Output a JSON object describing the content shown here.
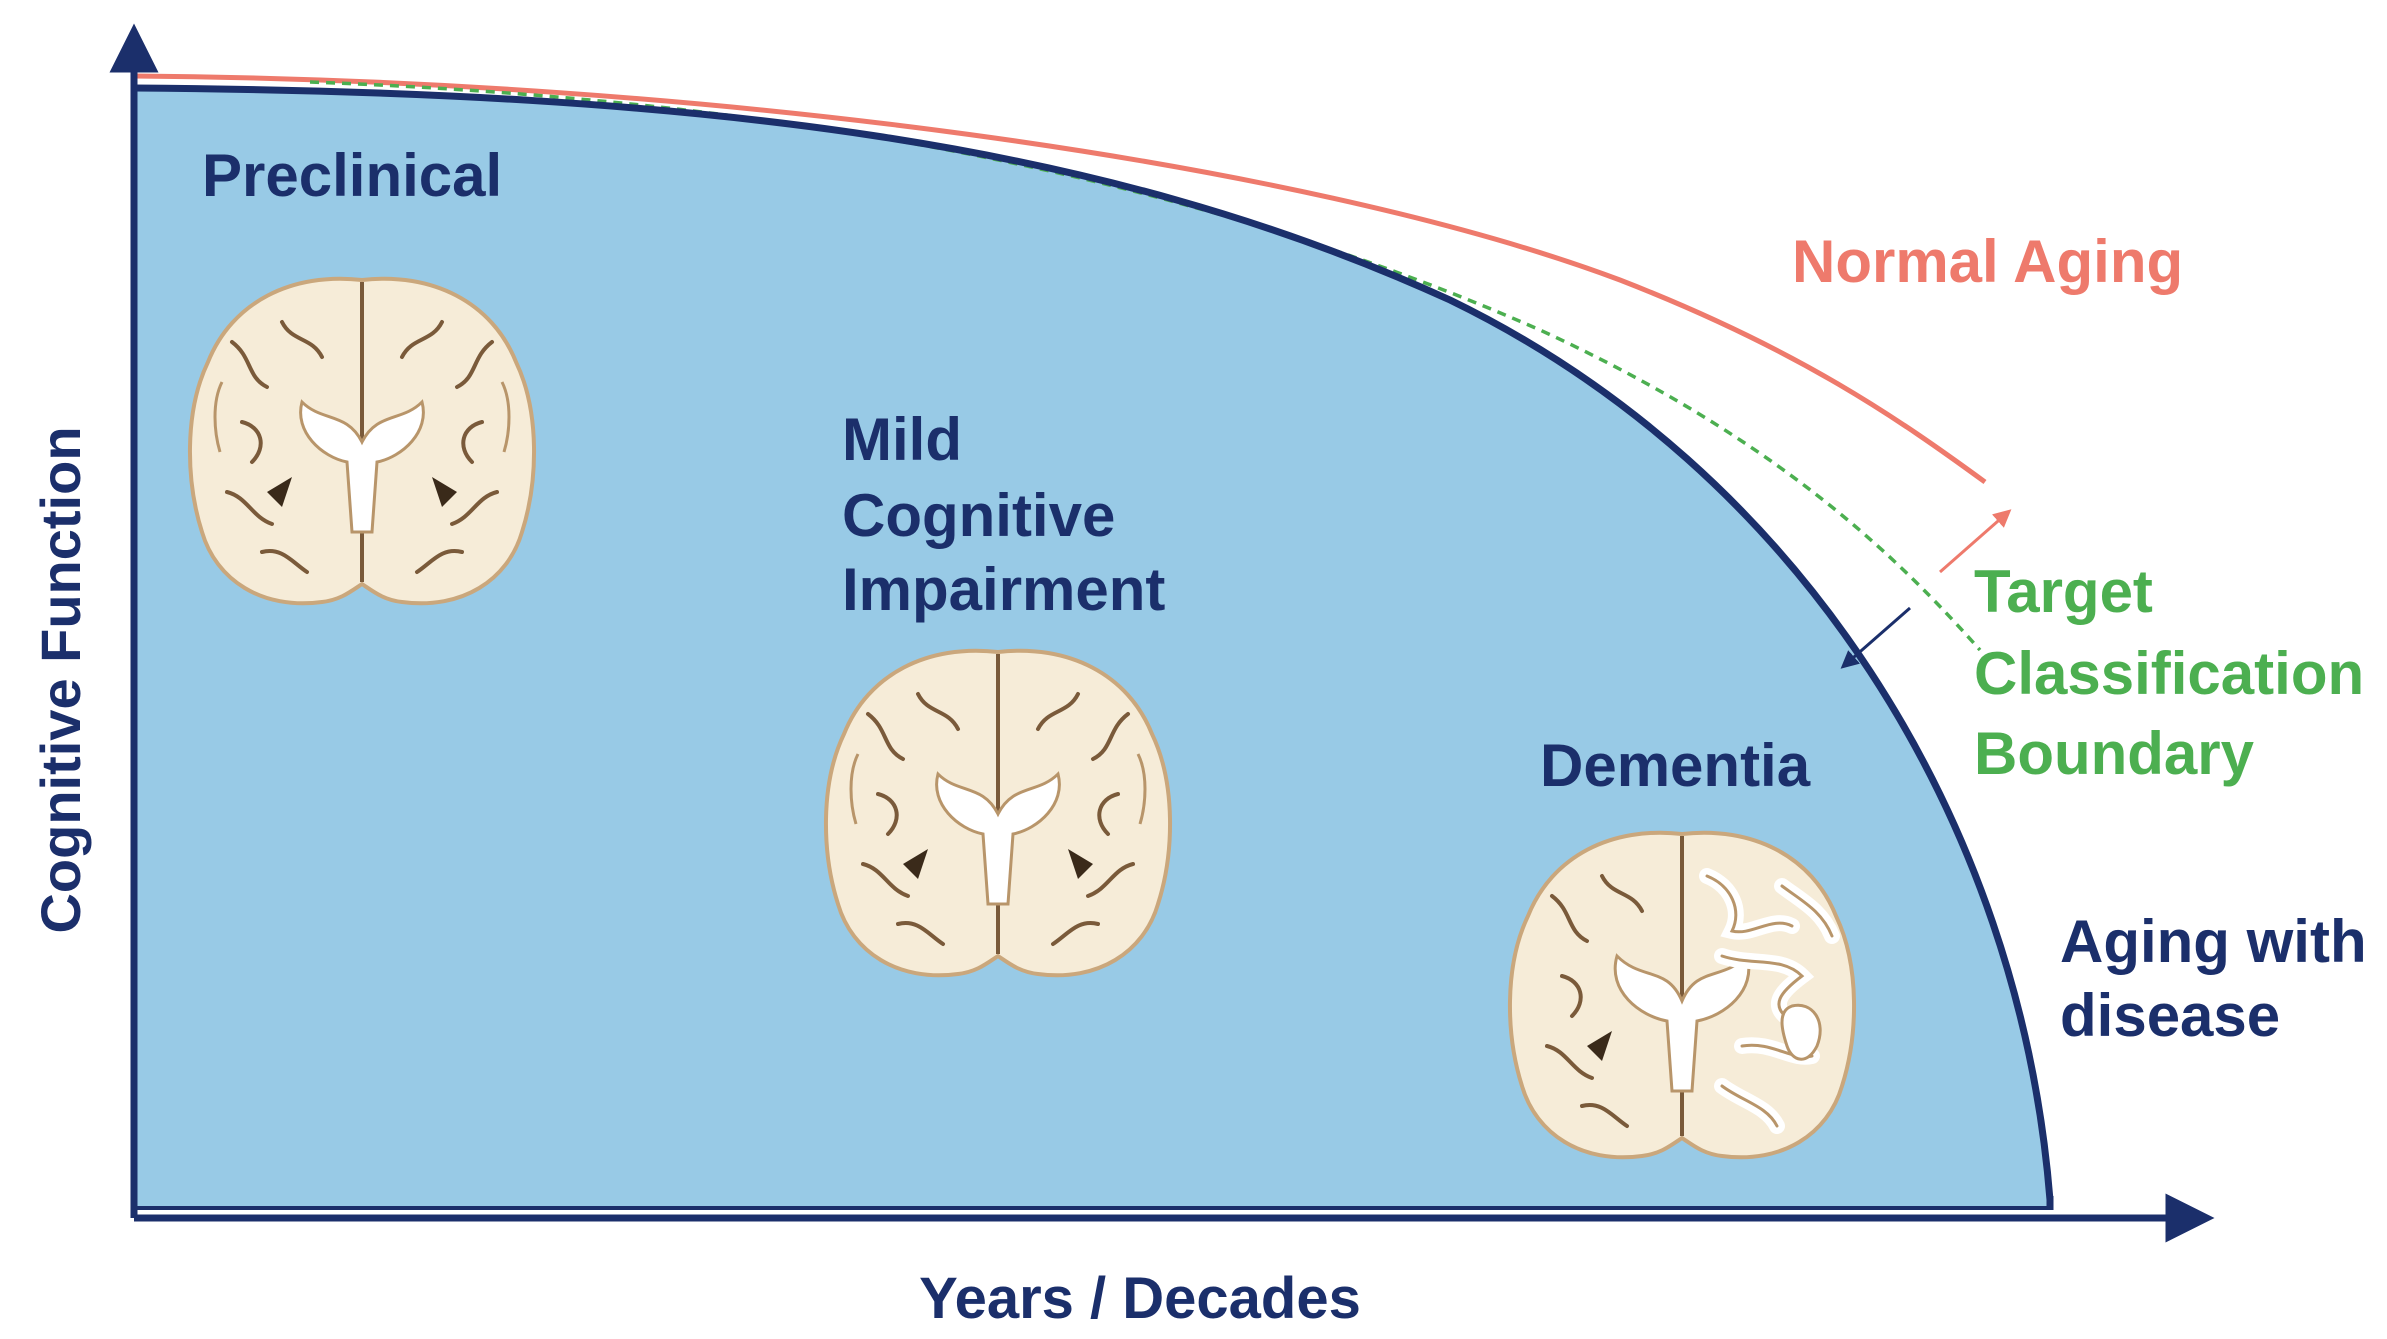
{
  "labels": {
    "y_axis": "Cognitive Function",
    "x_axis": "Years / Decades",
    "preclinical": "Preclinical",
    "mci_line1": "Mild",
    "mci_line2": "Cognitive",
    "mci_line3": "Impairment",
    "dementia": "Dementia",
    "normal_aging": "Normal Aging",
    "target_line1": "Target",
    "target_line2": "Classification",
    "target_line3": "Boundary",
    "disease_line1": "Aging with",
    "disease_line2": "disease"
  },
  "colors": {
    "navy": "#1b2f6b",
    "fill": "#98cae6",
    "normal_aging": "#ee7a6c",
    "target": "#4caf50",
    "brain_fill": "#f6ecd8",
    "brain_line": "#7a5a3a"
  },
  "icons": [
    "brain-coronal-healthy-icon",
    "brain-coronal-healthy-icon",
    "brain-coronal-atrophied-icon"
  ]
}
